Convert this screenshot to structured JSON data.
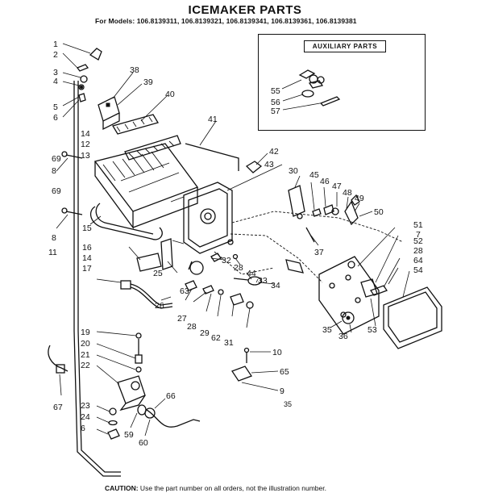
{
  "title": "ICEMAKER PARTS",
  "models": "For Models: 106.8139311, 106.8139321, 106.8139341, 106.8139361, 106.8139381",
  "auxiliary_label": "AUXILIARY PARTS",
  "caution_prefix": "CAUTION:",
  "caution_text": " Use the part number on all orders, not the illustration number.",
  "part_labels": {
    "p1": "1",
    "p2": "2",
    "p3": "3",
    "p4": "4",
    "p5": "5",
    "p6": "6",
    "p7": "7",
    "p8a": "8",
    "p8b": "8",
    "p9": "9",
    "p10": "10",
    "p11": "11",
    "p12": "12",
    "p13": "13",
    "p14a": "14",
    "p14b": "14",
    "p15": "15",
    "p16": "16",
    "p17": "17",
    "p19": "19",
    "p20": "20",
    "p21": "21",
    "p22": "22",
    "p23": "23",
    "p24": "24",
    "p25": "25",
    "p26": "26",
    "p27": "27",
    "p28a": "28",
    "p28b": "28",
    "p28c": "28",
    "p29": "29",
    "p30": "30",
    "p31": "31",
    "p32": "32",
    "p33": "33",
    "p34": "34",
    "p35a": "35",
    "p35b": "35",
    "p36": "36",
    "p37": "37",
    "p38": "38",
    "p39": "39",
    "p40": "40",
    "p41": "41",
    "p42": "42",
    "p43": "43",
    "p44": "44",
    "p45": "45",
    "p46": "46",
    "p47": "47",
    "p48": "48",
    "p49": "49",
    "p50": "50",
    "p51": "51",
    "p52": "52",
    "p53": "53",
    "p54": "54",
    "p55": "55",
    "p56": "56",
    "p57": "57",
    "p59": "59",
    "p60": "60",
    "p62": "62",
    "p63": "63",
    "p64": "64",
    "p65": "65",
    "p66": "66",
    "p67": "67",
    "p69a": "69",
    "p69b": "69"
  }
}
